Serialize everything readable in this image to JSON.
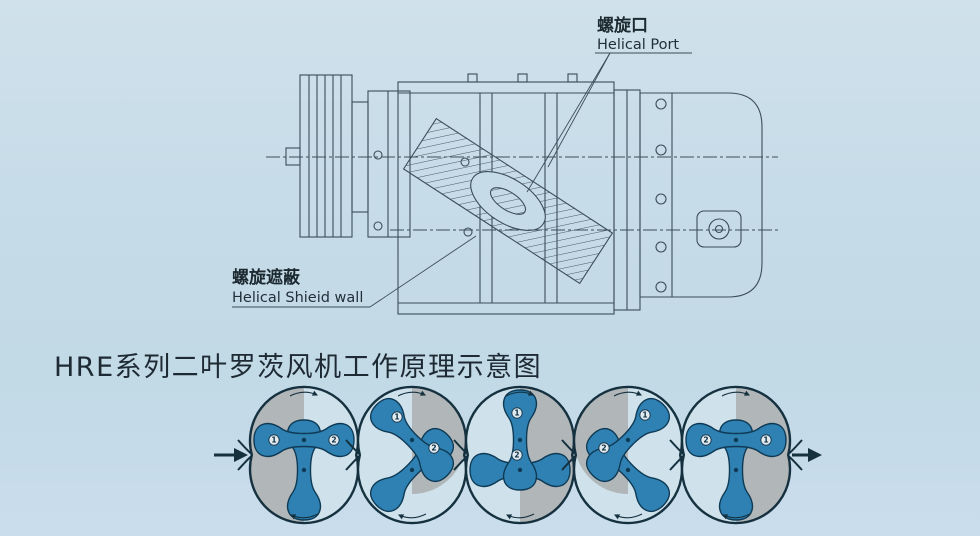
{
  "title": "HRE系列二叶罗茨风机工作原理示意图",
  "machine_labels": {
    "port": {
      "zh": "螺旋口",
      "en": "Helical Port"
    },
    "shield": {
      "zh": "螺旋遮蔽",
      "en": "Helical Shieid wall"
    }
  },
  "colors": {
    "background": "#c5dbe7",
    "line": "#3c4d59",
    "casing": "#15313f",
    "rotor": "#2e81b2",
    "rotor_edge": "#0f3a55",
    "gray": "#b1b6b8"
  },
  "rotor_stages": [
    {
      "name": "stage-1",
      "top_angle": 0,
      "bottom_angle": 90,
      "gray": [
        "top-left",
        "bottom-left"
      ],
      "markers": [
        {
          "n": "1",
          "x": 30,
          "y": 60
        },
        {
          "n": "2",
          "x": 90,
          "y": 60
        }
      ]
    },
    {
      "name": "stage-2",
      "top_angle": 45,
      "bottom_angle": 135,
      "gray": [
        "top-right"
      ],
      "markers": [
        {
          "n": "1",
          "x": 45,
          "y": 37
        },
        {
          "n": "2",
          "x": 82,
          "y": 68
        }
      ]
    },
    {
      "name": "stage-3",
      "top_angle": 90,
      "bottom_angle": 180,
      "gray": [
        "top-right",
        "bottom-right"
      ],
      "markers": [
        {
          "n": "1",
          "x": 57,
          "y": 33
        },
        {
          "n": "2",
          "x": 57,
          "y": 75
        }
      ]
    },
    {
      "name": "stage-4",
      "top_angle": 135,
      "bottom_angle": 225,
      "gray": [
        "top-left"
      ],
      "markers": [
        {
          "n": "2",
          "x": 36,
          "y": 68
        },
        {
          "n": "1",
          "x": 77,
          "y": 35
        }
      ]
    },
    {
      "name": "stage-5",
      "top_angle": 180,
      "bottom_angle": 270,
      "gray": [
        "top-right",
        "bottom-right"
      ],
      "markers": [
        {
          "n": "2",
          "x": 30,
          "y": 60
        },
        {
          "n": "1",
          "x": 90,
          "y": 60
        }
      ]
    }
  ],
  "flow": {
    "direction": "left-to-right"
  }
}
